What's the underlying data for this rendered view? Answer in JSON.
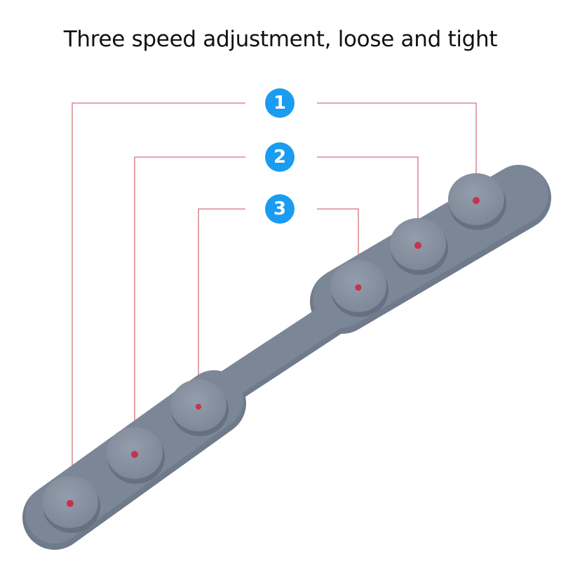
{
  "title": "Three speed adjustment, loose and tight",
  "markers": [
    {
      "label": "1"
    },
    {
      "label": "2"
    },
    {
      "label": "3"
    }
  ],
  "colors": {
    "badge": "#1a9cf0",
    "line": "#d4707c",
    "dot": "#c8324a",
    "strap": "#7b8696",
    "button": "#8d97a5"
  }
}
